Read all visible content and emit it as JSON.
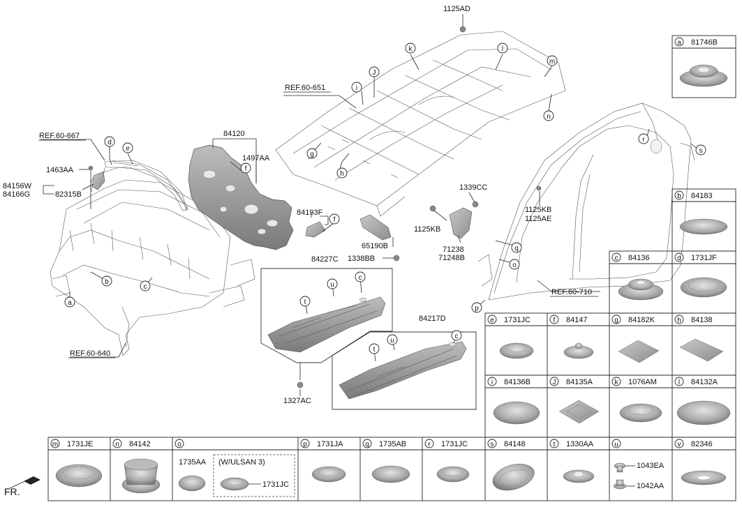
{
  "callouts": {
    "c1125AD": "1125AD",
    "ref60651": "REF.60-651",
    "ref60667": "REF.60-667",
    "c84120": "84120",
    "c1497AA": "1497AA",
    "c1463AA": "1463AA",
    "c84156W": "84156W",
    "c84166G": "84166G",
    "c82315B": "82315B",
    "c84193F": "84193F",
    "c65190B": "65190B",
    "c1338BB": "1338BB",
    "c1339CC": "1339CC",
    "c1125KB_a": "1125KB",
    "c1125KB_b": "1125KB",
    "c1125AE": "1125AE",
    "c71238": "71238",
    "c71248B": "71248B",
    "c84227C": "84227C",
    "c84217D": "84217D",
    "c1327AC": "1327AC",
    "ref60710": "REF.60-710",
    "ref60640": "REF.60-640",
    "fr": "FR."
  },
  "letters": {
    "a": "a",
    "b": "b",
    "c": "c",
    "d": "d",
    "e": "e",
    "f": "f",
    "g": "g",
    "h": "h",
    "i": "i",
    "J": "J",
    "k": "k",
    "l": "l",
    "m": "m",
    "n": "n",
    "o": "o",
    "p": "p",
    "q": "q",
    "r": "r",
    "s": "s",
    "t": "t",
    "u": "u"
  },
  "legend": {
    "a": {
      "letter": "a",
      "part": "81746B"
    },
    "b": {
      "letter": "b",
      "part": "84183"
    },
    "c": {
      "letter": "c",
      "part": "84136"
    },
    "d": {
      "letter": "d",
      "part": "1731JF"
    },
    "e": {
      "letter": "e",
      "part": "1731JC"
    },
    "f": {
      "letter": "f",
      "part": "84147"
    },
    "g": {
      "letter": "g",
      "part": "84182K"
    },
    "h": {
      "letter": "h",
      "part": "84138"
    },
    "i": {
      "letter": "i",
      "part": "84136B"
    },
    "J": {
      "letter": "J",
      "part": "84135A"
    },
    "k": {
      "letter": "k",
      "part": "1076AM"
    },
    "l": {
      "letter": "l",
      "part": "84132A"
    },
    "m": {
      "letter": "m",
      "part": "1731JE"
    },
    "n": {
      "letter": "n",
      "part": "84142"
    },
    "o": {
      "letter": "o",
      "part": "",
      "sub1": "1735AA",
      "variant": "(W/ULSAN 3)",
      "sub2": "1731JC"
    },
    "p": {
      "letter": "p",
      "part": "1731JA"
    },
    "q": {
      "letter": "q",
      "part": "1735AB"
    },
    "r": {
      "letter": "r",
      "part": "1731JC"
    },
    "s": {
      "letter": "s",
      "part": "84148"
    },
    "t": {
      "letter": "t",
      "part": "1330AA"
    },
    "u": {
      "letter": "u",
      "part": "",
      "sub1": "1043EA",
      "sub2": "1042AA"
    },
    "v": {
      "letter": "v",
      "part": "82346"
    }
  }
}
